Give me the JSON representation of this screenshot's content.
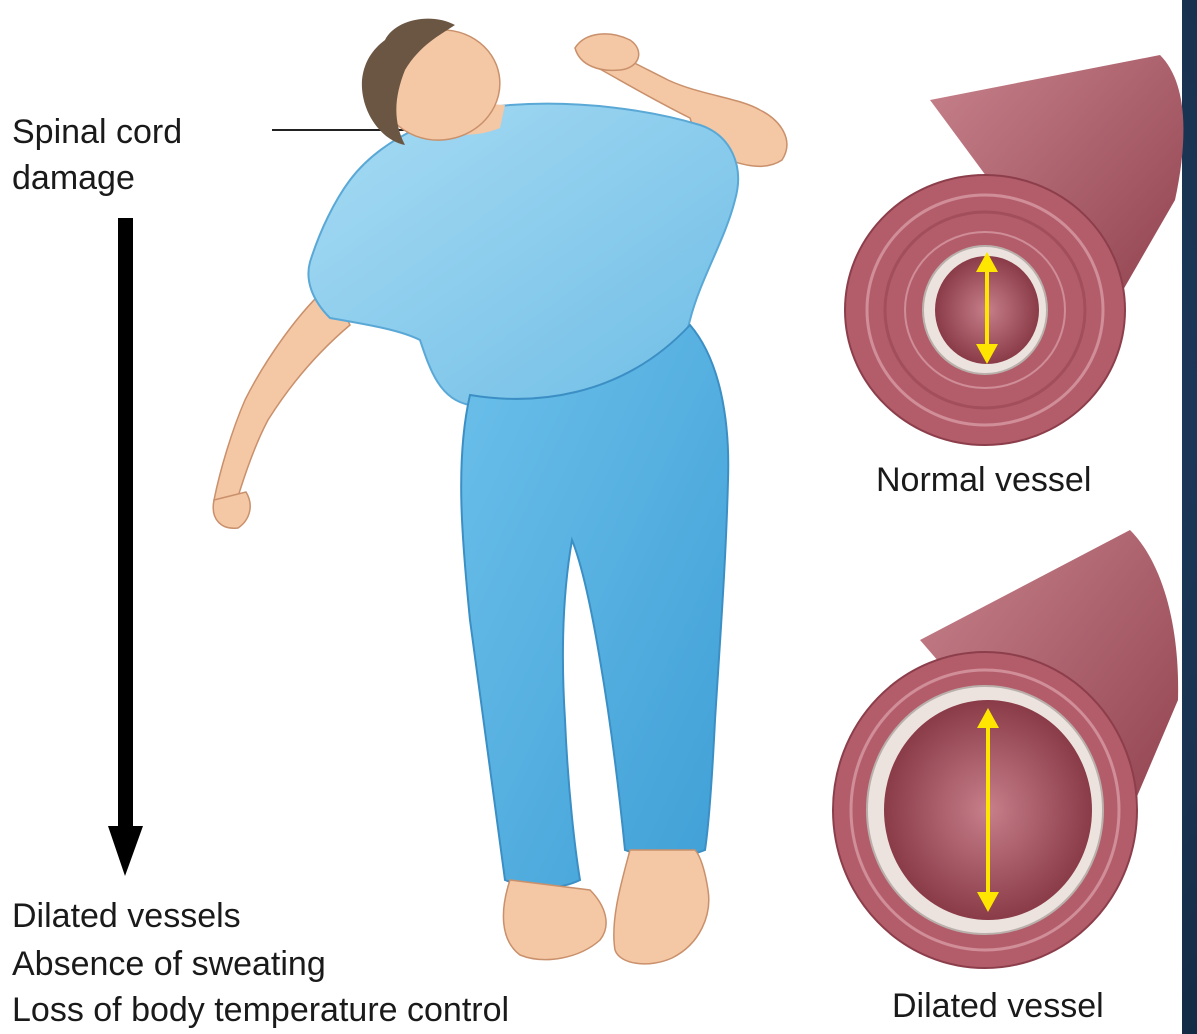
{
  "labels": {
    "spinal_cord": [
      "Spinal cord",
      "damage"
    ],
    "effects": [
      "Dilated vessels",
      "Absence of sweating",
      "Loss of body temperature control"
    ],
    "normal_vessel": "Normal vessel",
    "dilated_vessel": "Dilated vessel"
  },
  "colors": {
    "shirt": "#8fcdee",
    "pants": "#5cb3e3",
    "skin": "#f4c7a5",
    "hair": "#6b5644",
    "vessel_outer": "#b25f6a",
    "vessel_inner": "#c27784",
    "arrow_yellow": "#ffe600",
    "background_blue": "#1f3f63"
  }
}
